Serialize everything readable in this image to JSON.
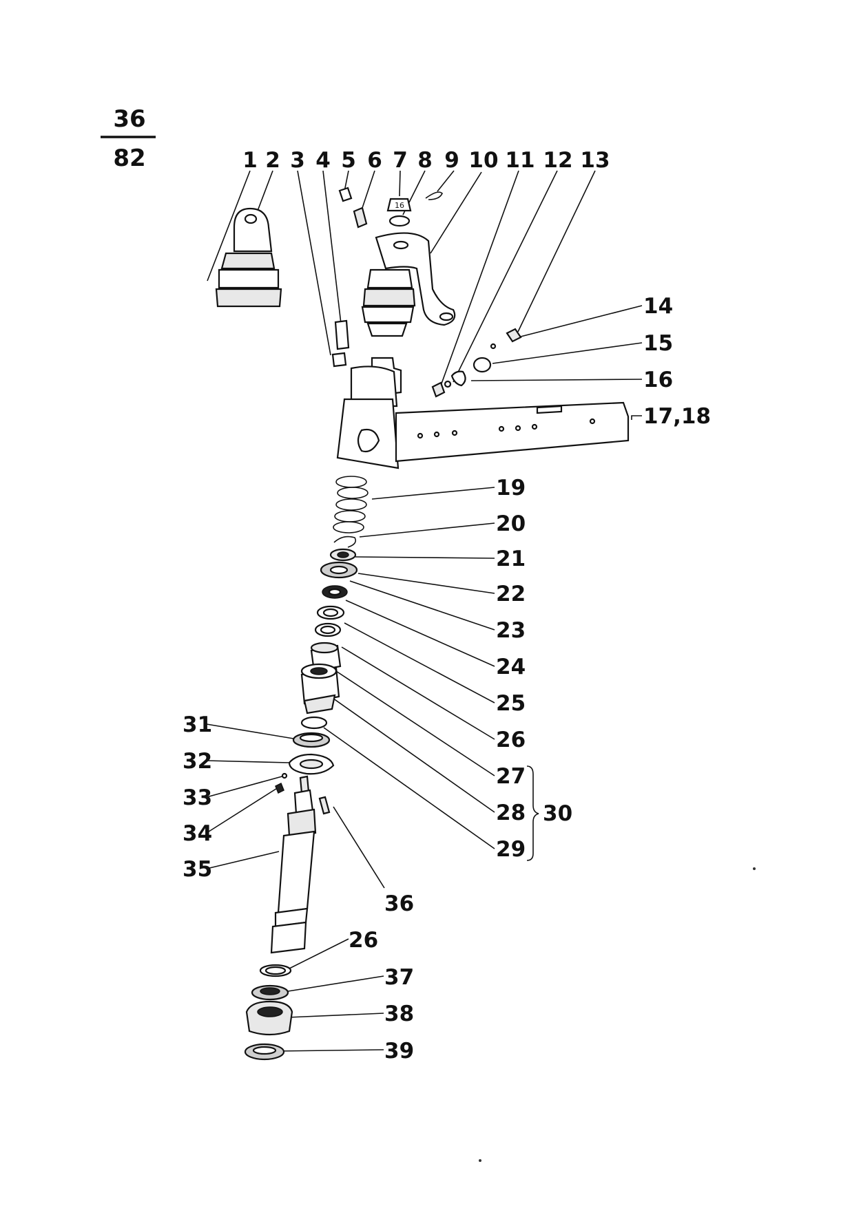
{
  "page_number": {
    "top": "36",
    "bottom": "82"
  },
  "labels": [
    {
      "id": "l1",
      "text": "1"
    },
    {
      "id": "l2",
      "text": "2"
    },
    {
      "id": "l3",
      "text": "3"
    },
    {
      "id": "l4",
      "text": "4"
    },
    {
      "id": "l5",
      "text": "5"
    },
    {
      "id": "l6",
      "text": "6"
    },
    {
      "id": "l7",
      "text": "7"
    },
    {
      "id": "l8",
      "text": "8"
    },
    {
      "id": "l9",
      "text": "9"
    },
    {
      "id": "l10",
      "text": "10"
    },
    {
      "id": "l11",
      "text": "11"
    },
    {
      "id": "l12",
      "text": "12"
    },
    {
      "id": "l13",
      "text": "13"
    },
    {
      "id": "l14",
      "text": "14"
    },
    {
      "id": "l15",
      "text": "15"
    },
    {
      "id": "l16",
      "text": "16"
    },
    {
      "id": "l17",
      "text": "17,18"
    },
    {
      "id": "l19",
      "text": "19"
    },
    {
      "id": "l20",
      "text": "20"
    },
    {
      "id": "l21",
      "text": "21"
    },
    {
      "id": "l22",
      "text": "22"
    },
    {
      "id": "l23",
      "text": "23"
    },
    {
      "id": "l24",
      "text": "24"
    },
    {
      "id": "l25",
      "text": "25"
    },
    {
      "id": "l26a",
      "text": "26"
    },
    {
      "id": "l27",
      "text": "27"
    },
    {
      "id": "l28",
      "text": "28"
    },
    {
      "id": "l29",
      "text": "29"
    },
    {
      "id": "l30",
      "text": "30"
    },
    {
      "id": "l31",
      "text": "31"
    },
    {
      "id": "l32",
      "text": "32"
    },
    {
      "id": "l33",
      "text": "33"
    },
    {
      "id": "l34",
      "text": "34"
    },
    {
      "id": "l35",
      "text": "35"
    },
    {
      "id": "l36",
      "text": "36"
    },
    {
      "id": "l26b",
      "text": "26"
    },
    {
      "id": "l37",
      "text": "37"
    },
    {
      "id": "l38",
      "text": "38"
    },
    {
      "id": "l39",
      "text": "39"
    }
  ],
  "nut_marking": "16"
}
